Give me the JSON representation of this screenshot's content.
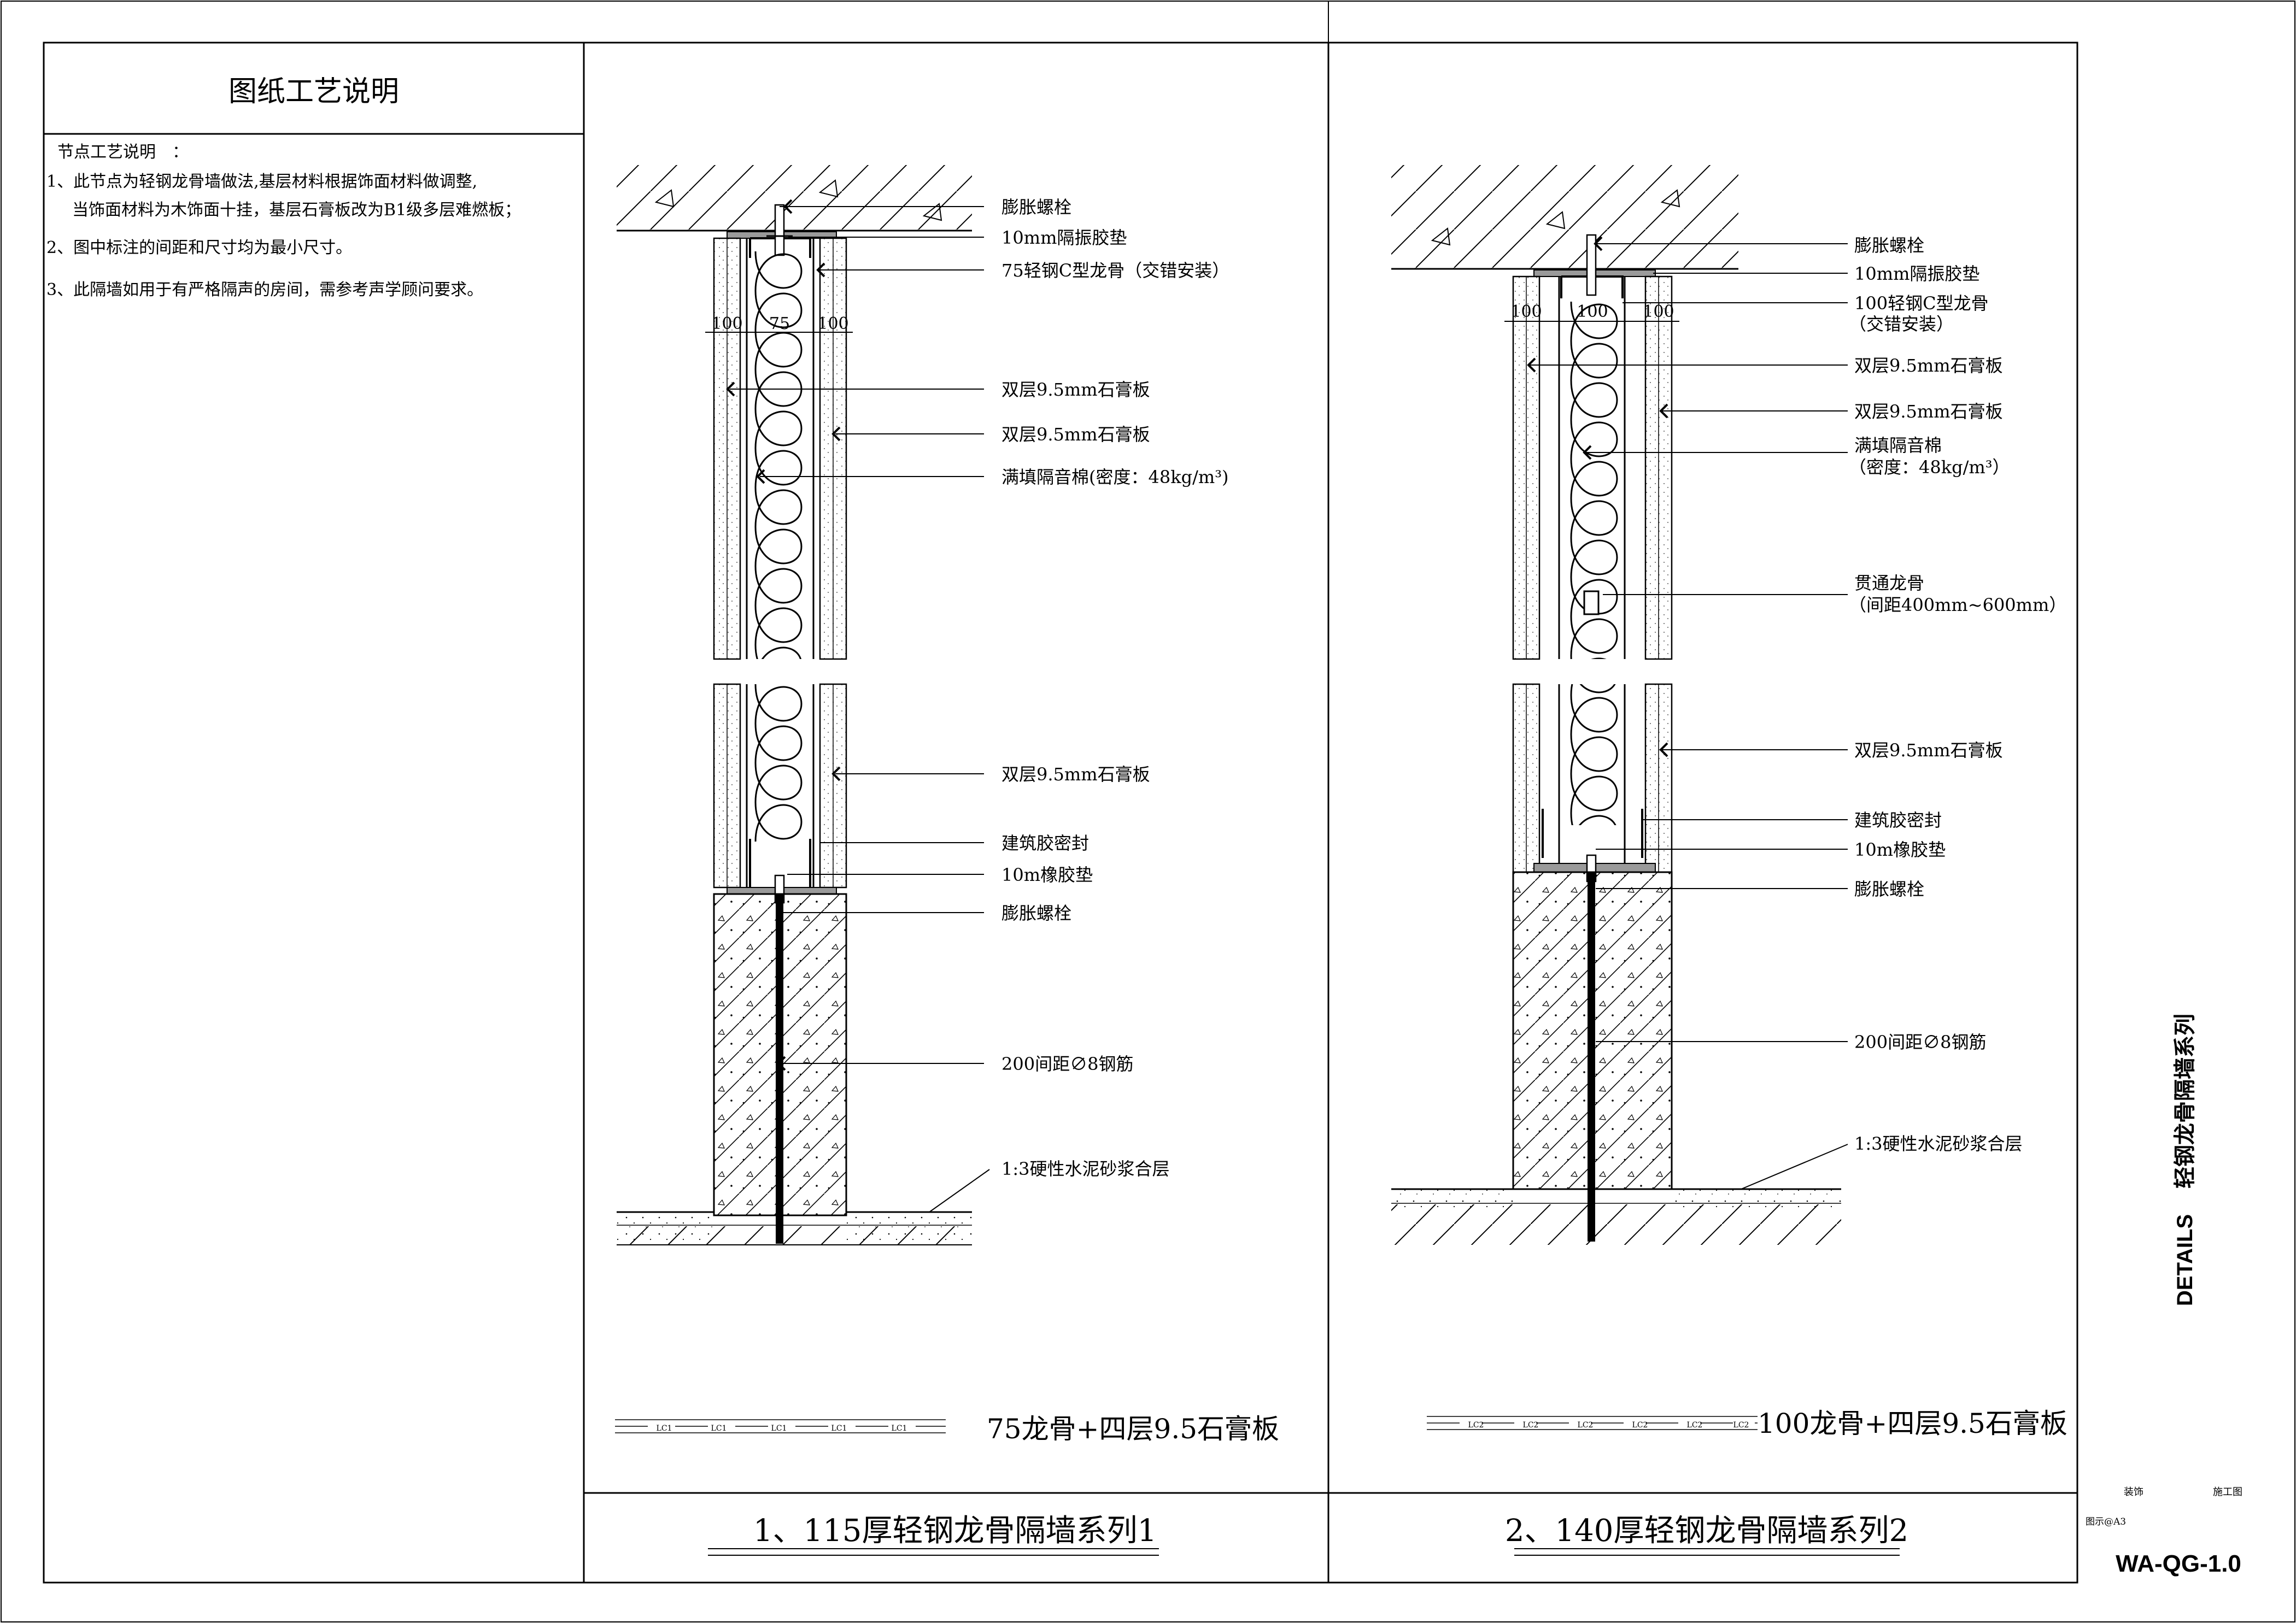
{
  "notes_panel": {
    "title": "图纸工艺说明",
    "heading": "节点工艺说明　：",
    "items": [
      "1、此节点为轻钢龙骨墙做法,基层材料根据饰面材料做调整,",
      "当饰面材料为木饰面十挂，基层石膏板改为B1级多层难燃板；",
      "2、图中标注的间距和尺寸均为最小尺寸。",
      "3、此隔墙如用于有严格隔声的房间，需参考声学顾问要求。"
    ]
  },
  "detail_1": {
    "dims": [
      "100",
      "75",
      "100"
    ],
    "labels": [
      "膨胀螺栓",
      "10mm隔振胶垫",
      "75轻钢C型龙骨（交错安装）",
      "双层9.5mm石膏板",
      "双层9.5mm石膏板",
      "满填隔音棉(密度：48kg/m³)",
      "双层9.5mm石膏板",
      "建筑胶密封",
      "10m橡胶垫",
      "膨胀螺栓",
      "200间距∅8钢筋",
      "1:3硬性水泥砂浆合层"
    ],
    "legend_marks": [
      "LC1",
      "LC1",
      "LC1",
      "LC1",
      "LC1"
    ],
    "subtitle": "75龙骨+四层9.5石膏板",
    "title": "1、115厚轻钢龙骨隔墙系列1"
  },
  "detail_2": {
    "dims": [
      "100",
      "100",
      "100"
    ],
    "labels": [
      "膨胀螺栓",
      "10mm隔振胶垫",
      "100轻钢C型龙骨",
      "（交错安装）",
      "双层9.5mm石膏板",
      "双层9.5mm石膏板",
      "满填隔音棉",
      "（密度：48kg/m³）",
      "贯通龙骨",
      "（间距400mm~600mm）",
      "双层9.5mm石膏板",
      "建筑胶密封",
      "10m橡胶垫",
      "膨胀螺栓",
      "200间距∅8钢筋",
      "1:3硬性水泥砂浆合层"
    ],
    "legend_marks": [
      "LC2",
      "LC2",
      "LC2",
      "LC2",
      "LC2",
      "LC2"
    ],
    "subtitle": "100龙骨+四层9.5石膏板",
    "title": "2、140厚轻钢龙骨隔墙系列2"
  },
  "title_block": {
    "vertical_title_en": "DETAILS",
    "vertical_title_cn": "轻钢龙骨隔墙系列",
    "field_a": "装饰",
    "field_b": "施工图",
    "scale": "图示@A3",
    "drawing_no": "WA-QG-1.0"
  }
}
